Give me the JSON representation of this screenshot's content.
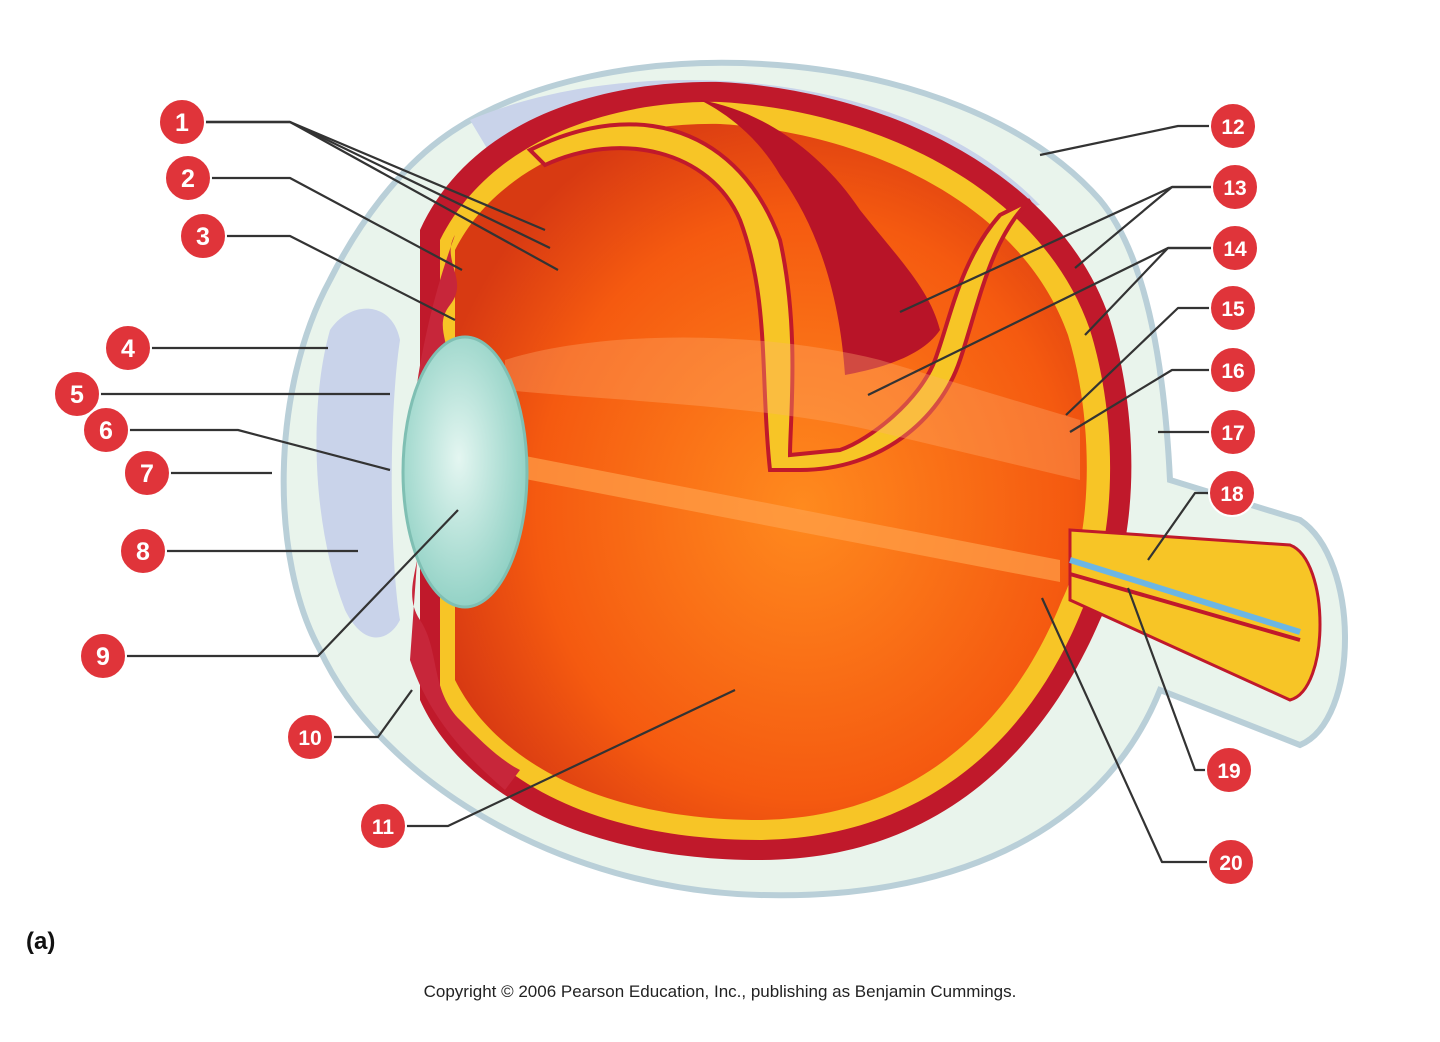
{
  "figure": {
    "panel_letter": "(a)",
    "copyright": "Copyright © 2006 Pearson Education, Inc., publishing as Benjamin Cummings."
  },
  "colors": {
    "sclera_outline": "#b9cfd8",
    "sclera_fill": "#e9f4ec",
    "aqueous": "#c9d3ea",
    "choroid": "#c0192b",
    "retina_yellow": "#f7c526",
    "vitreous": "#ff6a0a",
    "lens": "#a9dccf",
    "callout": "#e0343a",
    "optic_vessel_blue": "#6cb6e4"
  },
  "callouts": [
    {
      "id": 1,
      "label": "1"
    },
    {
      "id": 2,
      "label": "2"
    },
    {
      "id": 3,
      "label": "3"
    },
    {
      "id": 4,
      "label": "4"
    },
    {
      "id": 5,
      "label": "5"
    },
    {
      "id": 6,
      "label": "6"
    },
    {
      "id": 7,
      "label": "7"
    },
    {
      "id": 8,
      "label": "8"
    },
    {
      "id": 9,
      "label": "9"
    },
    {
      "id": 10,
      "label": "10"
    },
    {
      "id": 11,
      "label": "11"
    },
    {
      "id": 12,
      "label": "12"
    },
    {
      "id": 13,
      "label": "13"
    },
    {
      "id": 14,
      "label": "14"
    },
    {
      "id": 15,
      "label": "15"
    },
    {
      "id": 16,
      "label": "16"
    },
    {
      "id": 17,
      "label": "17"
    },
    {
      "id": 18,
      "label": "18"
    },
    {
      "id": 19,
      "label": "19"
    },
    {
      "id": 20,
      "label": "20"
    }
  ]
}
